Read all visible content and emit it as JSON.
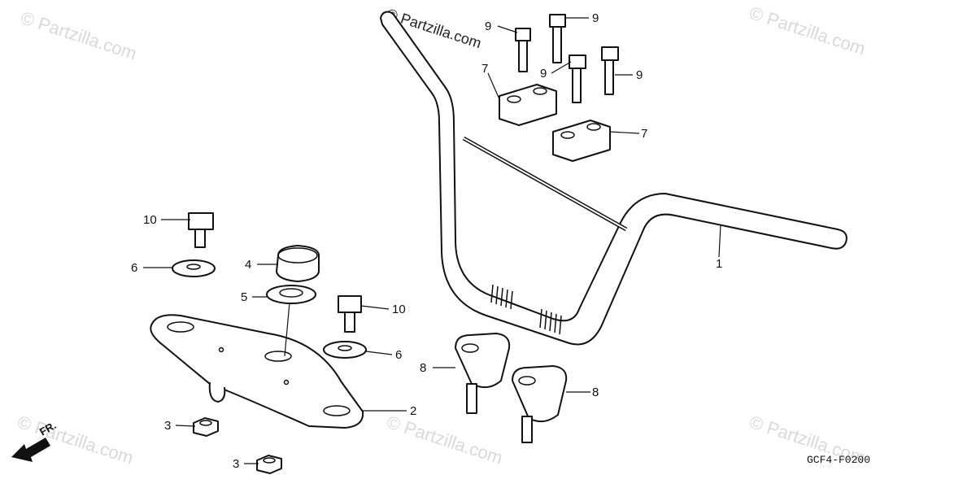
{
  "watermark": "© Partzilla.com",
  "diagram_code": "GCF4-F0200",
  "direction_label": "FR.",
  "callouts": {
    "c1": "1",
    "c2": "2",
    "c3a": "3",
    "c3b": "3",
    "c4": "4",
    "c5": "5",
    "c6a": "6",
    "c6b": "6",
    "c7a": "7",
    "c7b": "7",
    "c8a": "8",
    "c8b": "8",
    "c9a": "9",
    "c9b": "9",
    "c9c": "9",
    "c9d": "9",
    "c10a": "10",
    "c10b": "10"
  },
  "colors": {
    "line": "#111111",
    "watermark": "#d9d9d9",
    "background": "#ffffff"
  }
}
